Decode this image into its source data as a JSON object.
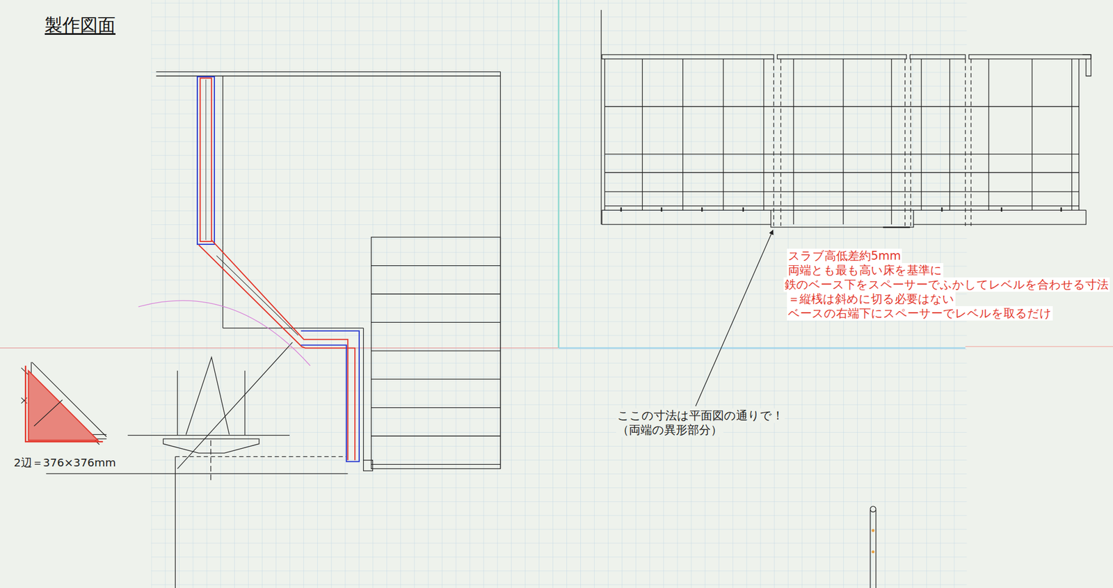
{
  "diagram": {
    "title": "製作図面",
    "labels": [
      "2辺＝376×376mm",
      "スラブ高低差約5mm",
      "両端とも最も高い床を基準に",
      "鉄のベース下をスペーサーでふかしてレベルを合わせる寸法",
      "＝縦桟は斜めに切る必要はない",
      "ベースの右端下にスペーサーでレベルを取るだけ",
      "ここの寸法は平面図の通りで！",
      "（両端の異形部分）"
    ]
  }
}
